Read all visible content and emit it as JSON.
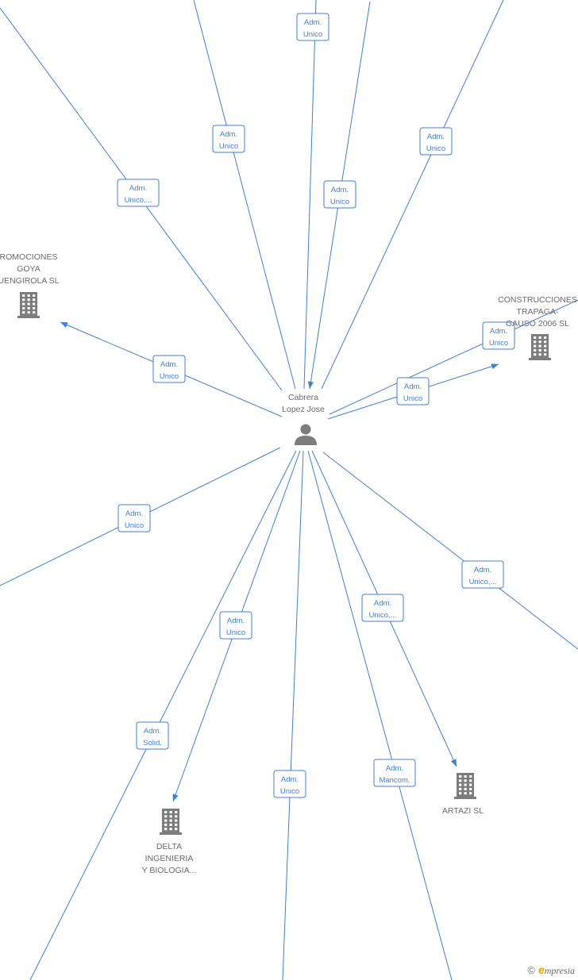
{
  "center": {
    "name_lines": [
      "Cabrera",
      "Lopez Jose"
    ],
    "icon": "person-icon"
  },
  "companies": [
    {
      "id": "promociones",
      "lines": [
        "ROMOCIONES",
        "GOYA",
        "UENGIROLA SL"
      ],
      "icon": "building-icon"
    },
    {
      "id": "construcciones",
      "lines": [
        "CONSTRUCCIONES",
        "TRAPAGA-",
        "GAUSO 2006 SL"
      ],
      "icon": "building-icon"
    },
    {
      "id": "delta",
      "lines": [
        "DELTA",
        "INGENIERIA",
        "Y BIOLOGIA..."
      ],
      "icon": "building-icon"
    },
    {
      "id": "artazi",
      "lines": [
        "ARTAZI SL"
      ],
      "icon": "building-icon"
    }
  ],
  "relations": [
    {
      "id": "r1",
      "lines": [
        "Adm.",
        "Unico"
      ]
    },
    {
      "id": "r2",
      "lines": [
        "Adm.",
        "Unico"
      ]
    },
    {
      "id": "r3",
      "lines": [
        "Adm.",
        "Unico"
      ]
    },
    {
      "id": "r4",
      "lines": [
        "Adm.",
        "Unico"
      ]
    },
    {
      "id": "r5",
      "lines": [
        "Adm.",
        "Unico,..."
      ]
    },
    {
      "id": "r6",
      "lines": [
        "Adm.",
        "Unico"
      ]
    },
    {
      "id": "r7",
      "lines": [
        "Adm.",
        "Unico"
      ]
    },
    {
      "id": "r8",
      "lines": [
        "Adm.",
        "Unico"
      ]
    },
    {
      "id": "r9",
      "lines": [
        "Adm.",
        "Unico"
      ]
    },
    {
      "id": "r10",
      "lines": [
        "Adm.",
        "Unico,..."
      ]
    },
    {
      "id": "r11",
      "lines": [
        "Adm.",
        "Unico,..."
      ]
    },
    {
      "id": "r12",
      "lines": [
        "Adm.",
        "Unico"
      ]
    },
    {
      "id": "r13",
      "lines": [
        "Adm.",
        "Solid."
      ]
    },
    {
      "id": "r14",
      "lines": [
        "Adm.",
        "Unico"
      ]
    },
    {
      "id": "r15",
      "lines": [
        "Adm.",
        "Mancom."
      ]
    }
  ],
  "brand": {
    "copyright": "©",
    "e": "e",
    "rest": "mpresia"
  },
  "colors": {
    "edge": "#3f7fd0",
    "node_text": "#6b6b6b",
    "icon": "#7c7c7c"
  }
}
